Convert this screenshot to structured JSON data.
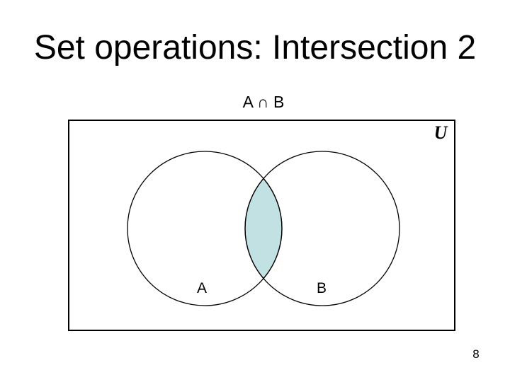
{
  "slide": {
    "title": "Set operations: Intersection 2",
    "expression_label": "A ∩ B",
    "page_number": "8"
  },
  "diagram": {
    "universe_label": "U",
    "set_a_label": "A",
    "set_b_label": "B",
    "colors": {
      "intersection_fill": "#c2e1e2",
      "outline": "#000000",
      "background": "#ffffff"
    }
  }
}
